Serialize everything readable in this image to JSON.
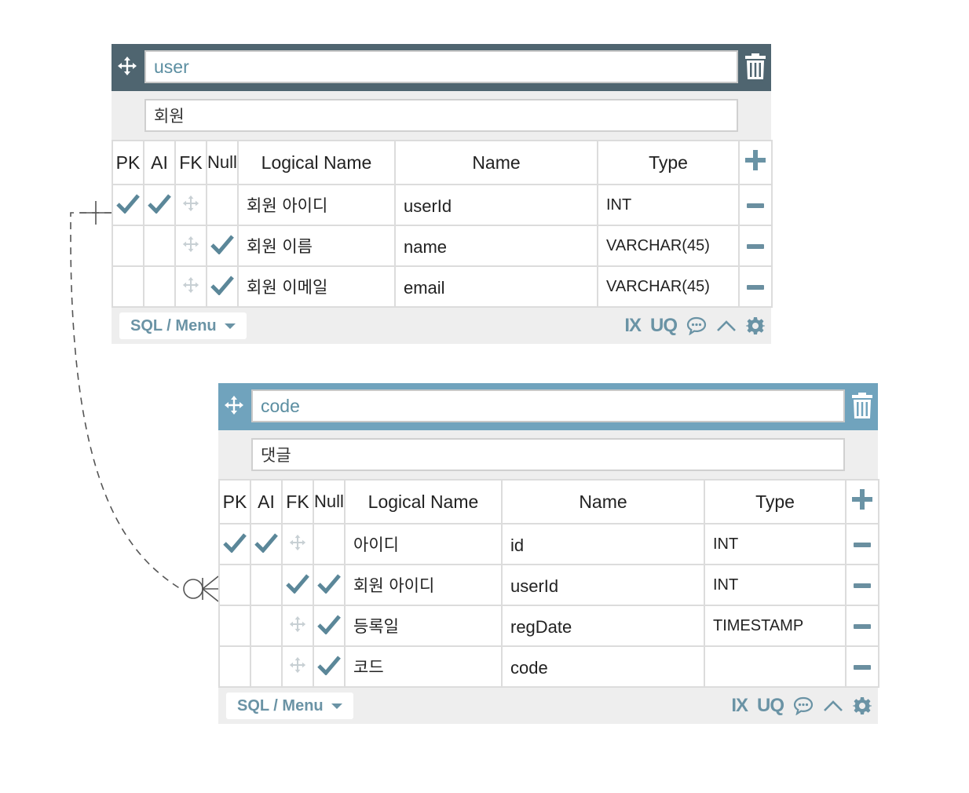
{
  "colors": {
    "user_header": "#4f6570",
    "code_header": "#70a3bd",
    "accent": "#6a93a5",
    "check": "#5b8799"
  },
  "columns_header": {
    "pk": "PK",
    "ai": "AI",
    "fk": "FK",
    "null": "Null",
    "logical": "Logical Name",
    "name": "Name",
    "type": "Type"
  },
  "footer": {
    "menu_label": "SQL / Menu",
    "ix_label": "IX",
    "uq_label": "UQ"
  },
  "tables": [
    {
      "table_name": "user",
      "comment": "회원",
      "rows": [
        {
          "pk": true,
          "ai": true,
          "fk_icon": true,
          "null": false,
          "logical": "회원 아이디",
          "name": "userId",
          "type": "INT"
        },
        {
          "pk": false,
          "ai": false,
          "fk_icon": true,
          "null": true,
          "logical": "회원 이름",
          "name": "name",
          "type": "VARCHAR(45)"
        },
        {
          "pk": false,
          "ai": false,
          "fk_icon": true,
          "null": true,
          "logical": "회원 이메일",
          "name": "email",
          "type": "VARCHAR(45)"
        }
      ]
    },
    {
      "table_name": "code",
      "comment": "댓글",
      "rows": [
        {
          "pk": true,
          "ai": true,
          "fk_icon": true,
          "null": false,
          "logical": "아이디",
          "name": "id",
          "type": "INT"
        },
        {
          "pk": false,
          "ai": false,
          "fk_icon": false,
          "fk": true,
          "null": true,
          "logical": "회원 아이디",
          "name": "userId",
          "type": "INT"
        },
        {
          "pk": false,
          "ai": false,
          "fk_icon": true,
          "null": true,
          "logical": "등록일",
          "name": "regDate",
          "type": "TIMESTAMP"
        },
        {
          "pk": false,
          "ai": false,
          "fk_icon": true,
          "null": true,
          "logical": "코드",
          "name": "code",
          "type": ""
        }
      ]
    }
  ]
}
